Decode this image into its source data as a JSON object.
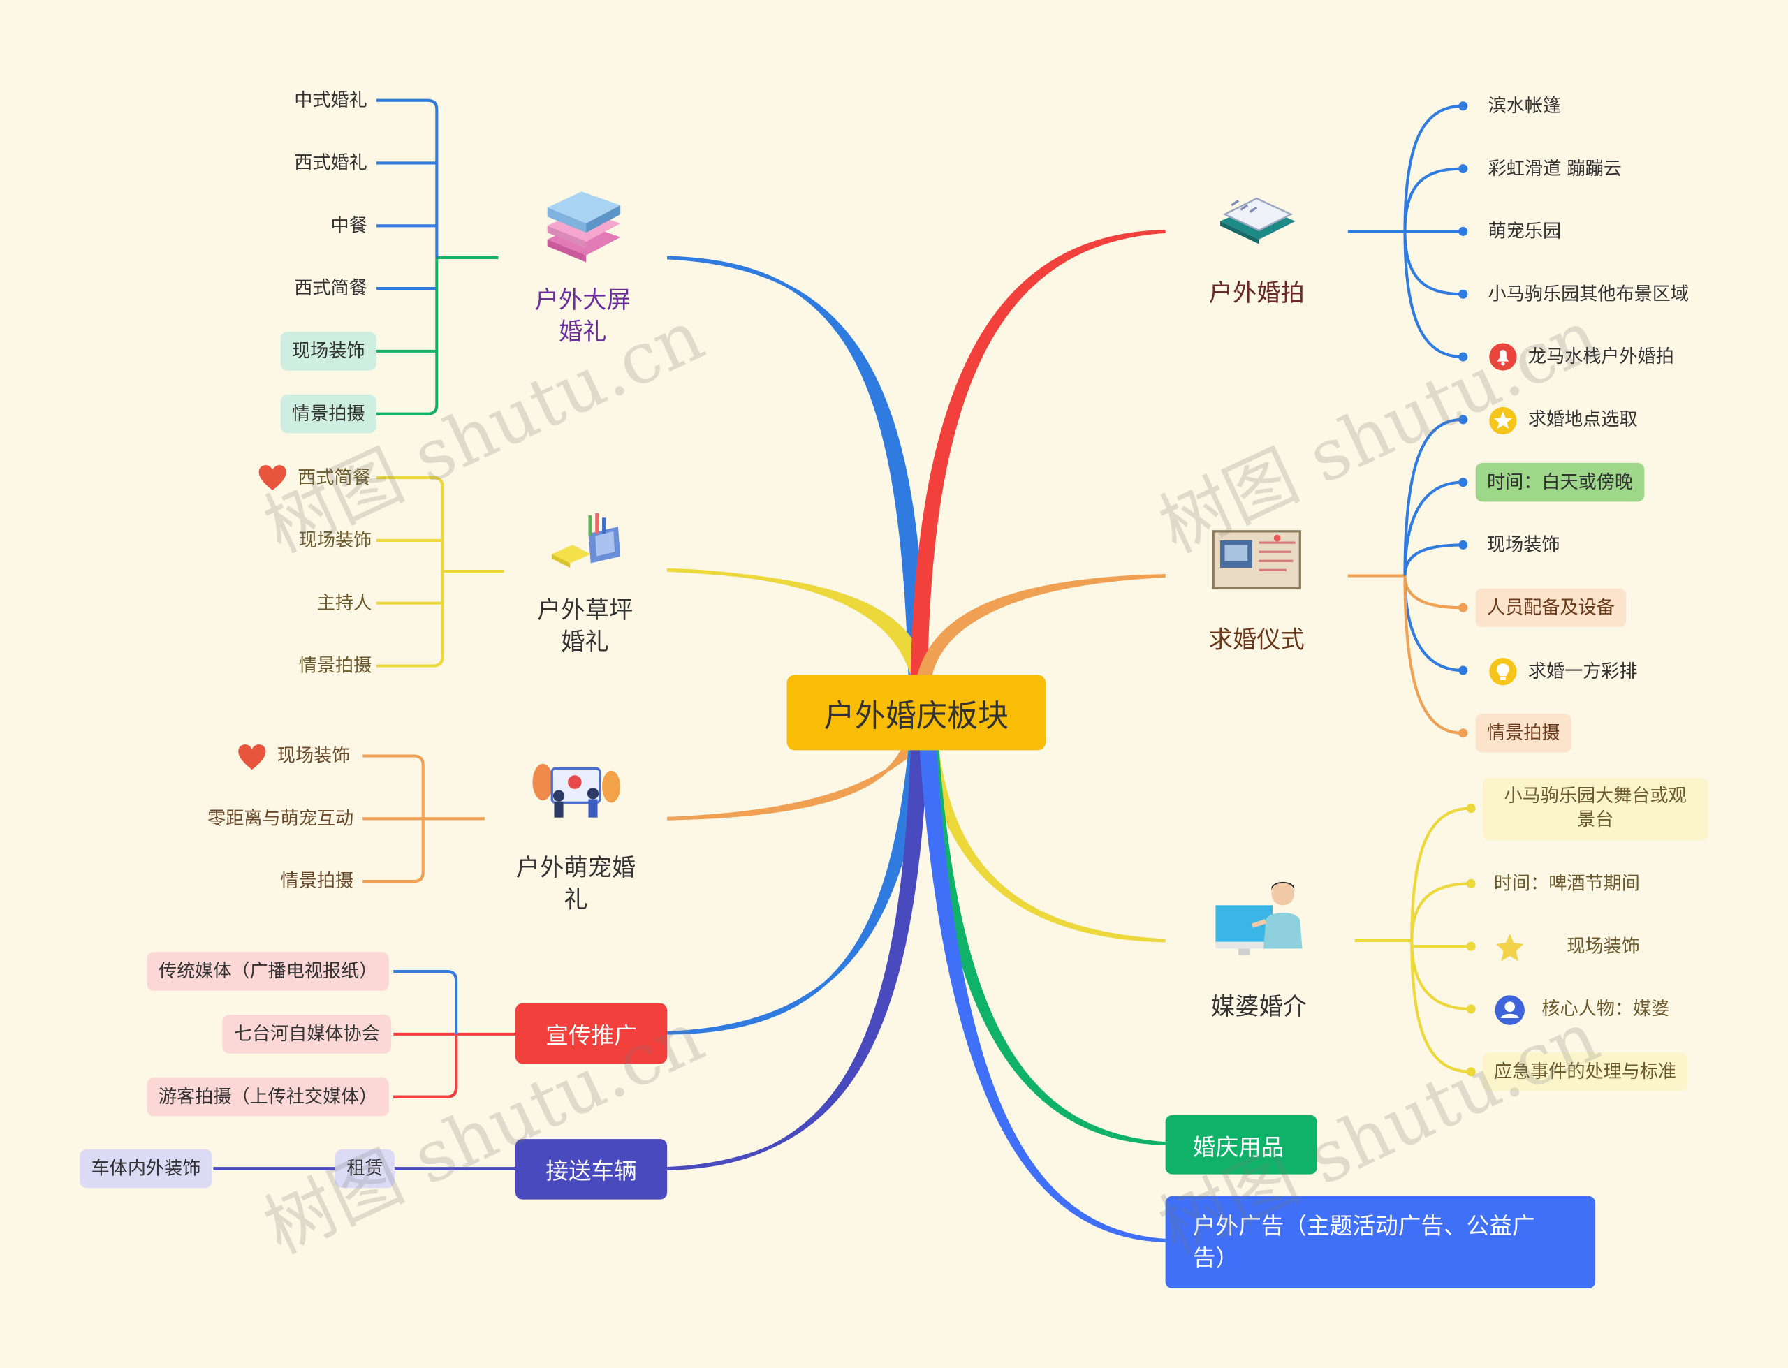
{
  "root": {
    "title": "户外婚庆板块"
  },
  "left": {
    "big_screen": {
      "title": "户外大屏婚礼",
      "title_l1": "户外大屏",
      "title_l2": "婚礼",
      "items": [
        "中式婚礼",
        "西式婚礼",
        "中餐",
        "西式简餐",
        "现场装饰",
        "情景拍摄"
      ]
    },
    "lawn": {
      "title_l1": "户外草坪",
      "title_l2": "婚礼",
      "items": [
        "西式简餐",
        "现场装饰",
        "主持人",
        "情景拍摄"
      ]
    },
    "pet": {
      "title_l1": "户外萌宠婚",
      "title_l2": "礼",
      "items": [
        "现场装饰",
        "零距离与萌宠互动",
        "情景拍摄"
      ]
    },
    "promo": {
      "title": "宣传推广",
      "items": [
        "传统媒体（广播电视报纸）",
        "七台河自媒体协会",
        "游客拍摄（上传社交媒体）"
      ]
    },
    "car": {
      "title": "接送车辆",
      "item": "租赁",
      "sub_item": "车体内外装饰"
    }
  },
  "right": {
    "photo": {
      "title": "户外婚拍",
      "items": [
        "滨水帐篷",
        "彩虹滑道 蹦蹦云",
        "萌宠乐园",
        "小马驹乐园其他布景区域",
        "龙马水栈户外婚拍"
      ]
    },
    "proposal": {
      "title": "求婚仪式",
      "items": [
        "求婚地点选取",
        "时间：白天或傍晚",
        "现场装饰",
        "人员配备及设备",
        "求婚一方彩排",
        "情景拍摄"
      ]
    },
    "matchmaker": {
      "title": "媒婆婚介",
      "items": [
        "小马驹乐园大舞台或观景台",
        "时间：啤酒节期间",
        "现场装饰",
        "核心人物：媒婆",
        "应急事件的处理与标准"
      ],
      "item0_l1": "小马驹乐园大舞台或观",
      "item0_l2": "景台"
    },
    "supplies": {
      "title": "婚庆用品"
    },
    "ads": {
      "title": "户外广告（主题活动广告、公益广告）",
      "title_l1": "户外广告（主题活动广告、公益广",
      "title_l2": "告）"
    }
  },
  "watermark": {
    "text": "树图 shutu.cn"
  },
  "colors": {
    "root": "#f9bd06",
    "blue": "#2f7be0",
    "red": "#f2413c",
    "yellow": "#ecd83a",
    "orange": "#f0a052",
    "green": "#10b26a",
    "indigo": "#4a4abf",
    "ads": "#3f70f7"
  }
}
